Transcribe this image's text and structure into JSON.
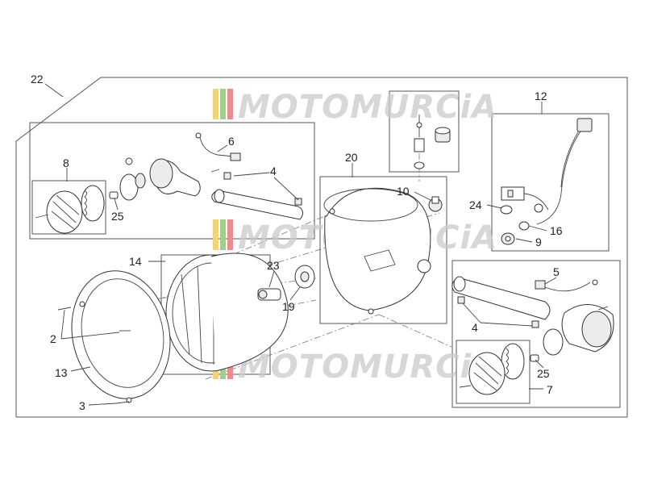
{
  "watermark": {
    "brand": "MOTOMURCiA",
    "stripe_colors": [
      "#f1d37a",
      "#9fd18b",
      "#e98e8e"
    ]
  },
  "callouts": [
    {
      "id": "22",
      "text": "22"
    },
    {
      "id": "6",
      "text": "6"
    },
    {
      "id": "8",
      "text": "8"
    },
    {
      "id": "4a",
      "text": "4"
    },
    {
      "id": "25a",
      "text": "25"
    },
    {
      "id": "20",
      "text": "20"
    },
    {
      "id": "10",
      "text": "10"
    },
    {
      "id": "12",
      "text": "12"
    },
    {
      "id": "24",
      "text": "24"
    },
    {
      "id": "16",
      "text": "16"
    },
    {
      "id": "9",
      "text": "9"
    },
    {
      "id": "14",
      "text": "14"
    },
    {
      "id": "23",
      "text": "23"
    },
    {
      "id": "19",
      "text": "19"
    },
    {
      "id": "5",
      "text": "5"
    },
    {
      "id": "4b",
      "text": "4"
    },
    {
      "id": "2",
      "text": "2"
    },
    {
      "id": "13",
      "text": "13"
    },
    {
      "id": "3",
      "text": "3"
    },
    {
      "id": "25b",
      "text": "25"
    },
    {
      "id": "7",
      "text": "7"
    }
  ]
}
